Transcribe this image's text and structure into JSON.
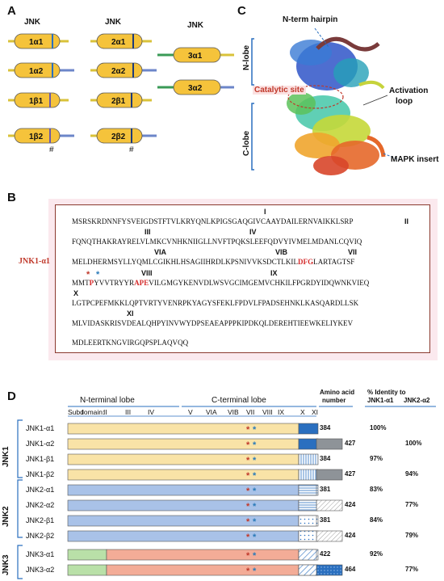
{
  "panels": {
    "a": "A",
    "b": "B",
    "c": "C",
    "d": "D"
  },
  "panel_a": {
    "column_titles": [
      "JNK",
      "JNK",
      "JNK"
    ],
    "isoforms_col1": [
      "1α1",
      "1α2",
      "1β1",
      "1β2"
    ],
    "isoforms_col2": [
      "2α1",
      "2α2",
      "2β1",
      "2β2"
    ],
    "isoforms_col3": [
      "3α1",
      "3α2"
    ],
    "hash_mark": "#"
  },
  "panel_c": {
    "n_term_hairpin": "N-term hairpin",
    "n_lobe": "N-lobe",
    "c_lobe": "C-lobe",
    "catalytic_site": "Catalytic site",
    "activation_loop_1": "Activation",
    "activation_loop_2": "loop",
    "mapk_insert": "MAPK insert"
  },
  "panel_b": {
    "label": "JNK1-α1",
    "domains": {
      "I": "I",
      "II": "II",
      "III": "III",
      "IV": "IV",
      "VIA": "VIA",
      "VIB": "VIB",
      "VII": "VII",
      "VIII": "VIII",
      "IX": "IX",
      "X": "X",
      "XI": "XI"
    },
    "line1": "MSRSKRDNNFYSVEIGDSTFTVLKRYQNLKPIGSGAQGIVCAAYDAILERNVAIKKLSRP",
    "line2": "FQNQTHAKRAYRELVLMKCVNHKNIIGLLNVFTPQKSLEEFQDVYIVMELMDANLCQVIQ",
    "line3_a": "MELDHERMSYLLYQMLCGIKHLHSAGIIHRDLKPSNIVVKSDCTLKIL",
    "line3_red": "DFG",
    "line3_b": "LARTAGTSF",
    "line4_a": "MMT",
    "line4_t": "P",
    "line4_b": "YVVTRYYR",
    "line4_red": "APE",
    "line4_c": "VILGMGYKENVDLWSVGCIMGEMVCHKILFPGRDYIDQWNKVIEQ",
    "star": "*",
    "line5": "LGTPCPEFMKKLQPTVRTYVENRPKYAGYSFEKLFPDVLFPADSEHNKLKASQARDLLSK",
    "line6": "MLVIDASKRISVDEALQHPYINVWYDPSEAEAPPPKIPDKQLDEREHTIEEWKELIYKEV",
    "line7": "MDLEERTKNGVIRGQPSPLAQVQQ"
  },
  "panel_d": {
    "n_terminal_lobe": "N-terminal lobe",
    "c_terminal_lobe": "C-terminal lobe",
    "subdomain_label": "Subdomain:",
    "subdomains": [
      "I",
      "II",
      "III",
      "IV",
      "V",
      "VIA",
      "VIB",
      "VII",
      "VIII",
      "IX",
      "X",
      "XI"
    ],
    "amino_acid_header_1": "Amino acid",
    "amino_acid_header_2": "number",
    "identity_header": "% Identity to",
    "identity_sub_1": "JNK1-α1",
    "identity_sub_2": "JNK2-α2",
    "groups": [
      "JNK1",
      "JNK2",
      "JNK3"
    ],
    "rows": [
      {
        "name": "JNK1-α1",
        "aa": "384",
        "id1": "100%",
        "id2": ""
      },
      {
        "name": "JNK1-α2",
        "aa": "427",
        "id1": "",
        "id2": "100%"
      },
      {
        "name": "JNK1-β1",
        "aa": "384",
        "id1": "97%",
        "id2": ""
      },
      {
        "name": "JNK1-β2",
        "aa": "427",
        "id1": "",
        "id2": "94%"
      },
      {
        "name": "JNK2-α1",
        "aa": "381",
        "id1": "83%",
        "id2": ""
      },
      {
        "name": "JNK2-α2",
        "aa": "424",
        "id1": "",
        "id2": "77%"
      },
      {
        "name": "JNK2-β1",
        "aa": "381",
        "id1": "84%",
        "id2": ""
      },
      {
        "name": "JNK2-β2",
        "aa": "424",
        "id1": "",
        "id2": "79%"
      },
      {
        "name": "JNK3-α1",
        "aa": "422",
        "id1": "92%",
        "id2": ""
      },
      {
        "name": "JNK3-α2",
        "aa": "464",
        "id1": "",
        "id2": "77%"
      }
    ]
  },
  "colors": {
    "yellow": "#f5c33b",
    "jnk1_bar": "#f9e3a7",
    "jnk2_bar": "#a9c2e8",
    "jnk3_bar": "#f3ac97",
    "jnk3_n": "#b9e0a8",
    "blue_dark": "#2a6fbf",
    "red_text": "#d42a2a"
  }
}
